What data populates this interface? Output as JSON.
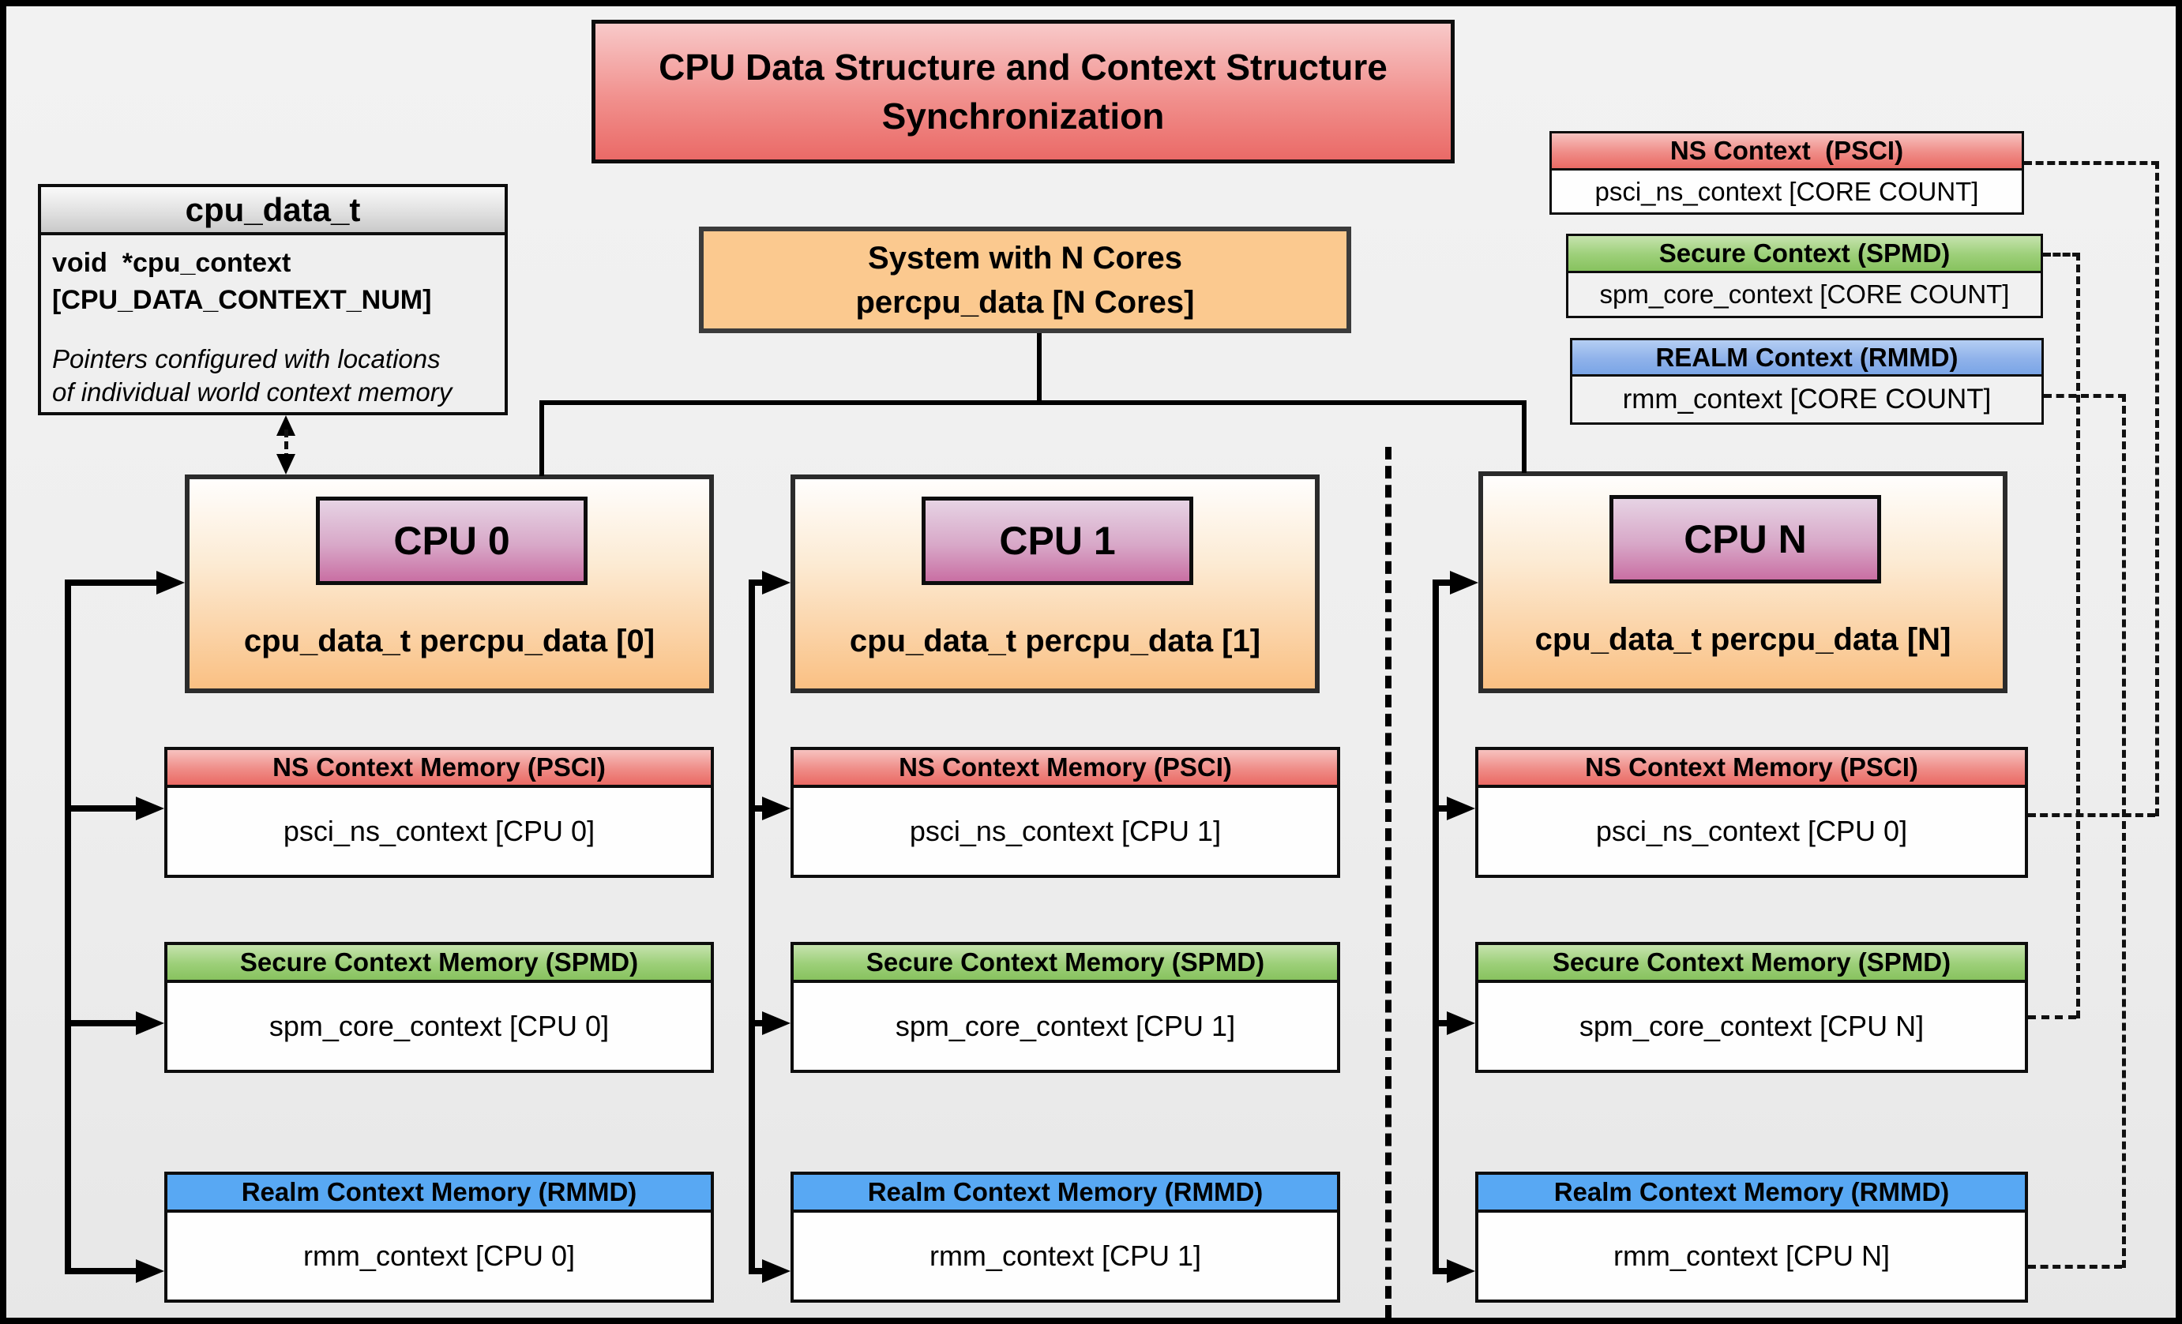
{
  "title": {
    "line1": "CPU Data Structure and Context Structure",
    "line2": "Synchronization"
  },
  "cpu_data_struct": {
    "header": "cpu_data_t",
    "field_line1": "void  *cpu_context",
    "field_line2": "[CPU_DATA_CONTEXT_NUM]",
    "note_line1": "Pointers configured with locations",
    "note_line2": "of individual world context memory"
  },
  "system": {
    "line1": "System with N Cores",
    "line2": "percpu_data [N Cores]"
  },
  "legend": [
    {
      "header": "NS Context  (PSCI)",
      "body": "psci_ns_context [CORE COUNT]"
    },
    {
      "header": "Secure Context (SPMD)",
      "body": "spm_core_context [CORE COUNT]"
    },
    {
      "header": "REALM Context (RMMD)",
      "body": "rmm_context [CORE COUNT]"
    }
  ],
  "cpus": [
    {
      "label": "CPU 0",
      "data_line": "cpu_data_t percpu_data [0]",
      "ns": {
        "header": "NS Context Memory (PSCI)",
        "body": "psci_ns_context [CPU 0]"
      },
      "secure": {
        "header": "Secure Context Memory (SPMD)",
        "body": "spm_core_context [CPU 0]"
      },
      "realm": {
        "header": "Realm Context Memory (RMMD)",
        "body": "rmm_context [CPU 0]"
      }
    },
    {
      "label": "CPU 1",
      "data_line": "cpu_data_t percpu_data [1]",
      "ns": {
        "header": "NS Context Memory (PSCI)",
        "body": "psci_ns_context [CPU 1]"
      },
      "secure": {
        "header": "Secure Context Memory (SPMD)",
        "body": "spm_core_context [CPU 1]"
      },
      "realm": {
        "header": "Realm Context Memory (RMMD)",
        "body": "rmm_context [CPU 1]"
      }
    },
    {
      "label": "CPU N",
      "data_line": "cpu_data_t percpu_data [N]",
      "ns": {
        "header": "NS Context Memory (PSCI)",
        "body": "psci_ns_context [CPU 0]"
      },
      "secure": {
        "header": "Secure Context Memory (SPMD)",
        "body": "spm_core_context [CPU N]"
      },
      "realm": {
        "header": "Realm Context Memory (RMMD)",
        "body": "rmm_context [CPU N]"
      }
    }
  ],
  "colors": {
    "title_red": "#ea6a67",
    "ns_red": "#ea6a64",
    "secure_green": "#88c25f",
    "realm_blue_flat": "#58a8f3",
    "realm_blue_legend": "#7aa5e6",
    "system_orange": "#fbc98f",
    "cpu_orange": "#fac083",
    "cpu_pink": "#c96fa3",
    "background": "#efefef"
  }
}
